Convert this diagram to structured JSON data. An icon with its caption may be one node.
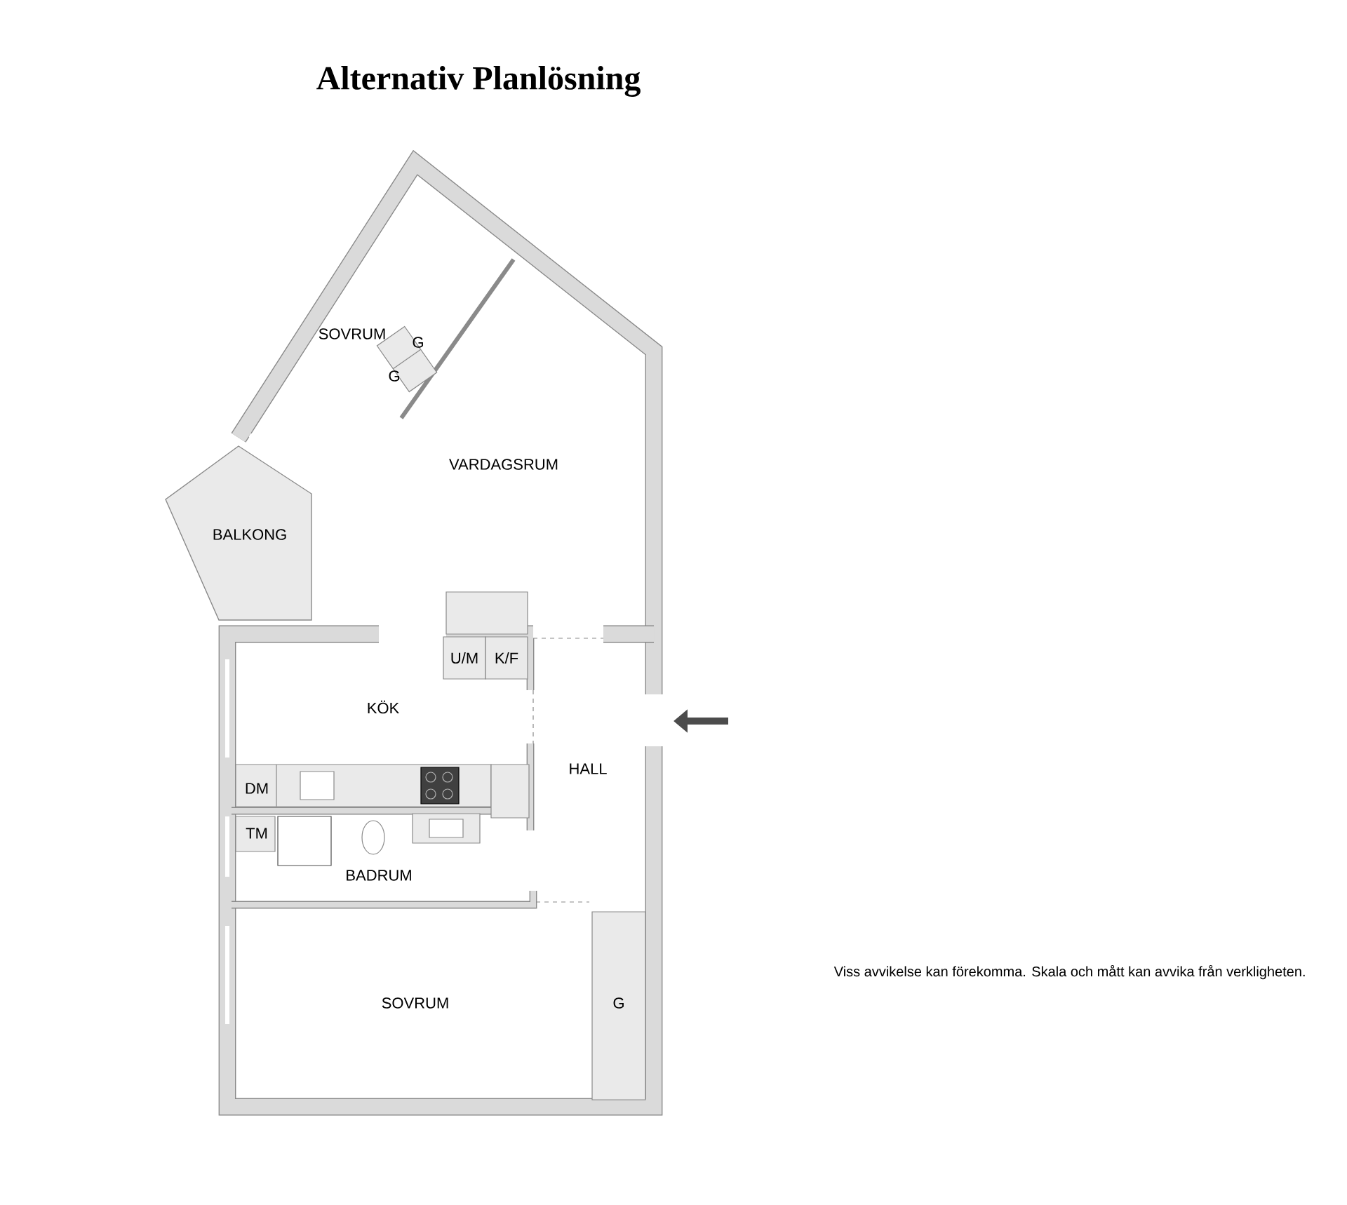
{
  "diagram": {
    "title": "Alternativ Planlösning",
    "labels": [
      "SOVRUM",
      "G",
      "G",
      "VARDAGSRUM",
      "BALKONG",
      "U/M",
      "K/F",
      "KÖK",
      "HALL",
      "DM",
      "TM",
      "BADRUM",
      "Viss avvikelse kan förekomma. Skala och mått kan avvika från verkligheten.",
      "SOVRUM",
      "G"
    ]
  }
}
